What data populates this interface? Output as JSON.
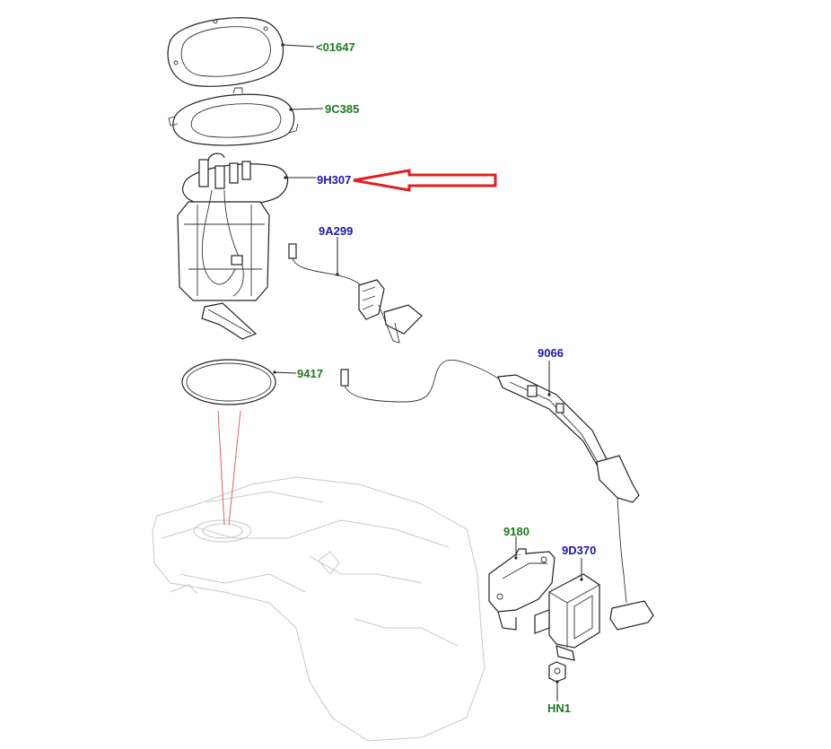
{
  "colors": {
    "green": "#1e7a1e",
    "blue": "#1a1aa6",
    "arrow": "#e02020",
    "guide": "#e06060"
  },
  "labels": {
    "cover_plate": "<01647",
    "lock_ring": "9C385",
    "fuel_pump_module": "9H307",
    "sender_unit": "9A299",
    "seal": "9417",
    "wiring_harness": "9066",
    "bracket": "9180",
    "control_module": "9D370",
    "nut": "HN1"
  }
}
